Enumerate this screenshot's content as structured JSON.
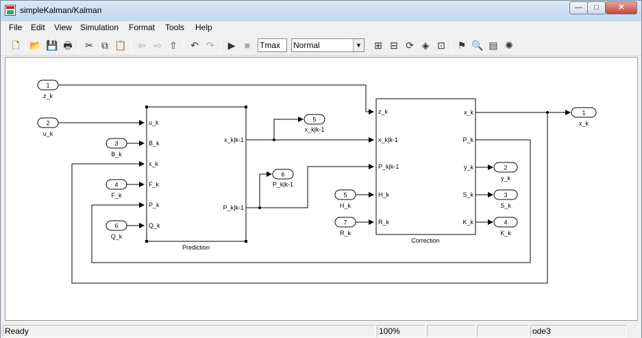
{
  "window": {
    "title": "simpleKalman/Kalman"
  },
  "menu": [
    "File",
    "Edit",
    "View",
    "Simulation",
    "Format",
    "Tools",
    "Help"
  ],
  "toolbar": {
    "stop_time": "Tmax",
    "sim_mode": "Normal"
  },
  "diagram": {
    "inports": [
      {
        "num": "1",
        "label": "z_k"
      },
      {
        "num": "2",
        "label": "u_k"
      },
      {
        "num": "3",
        "label": "B_k"
      },
      {
        "num": "4",
        "label": "F_k"
      },
      {
        "num": "6",
        "label": "Q_k"
      },
      {
        "num": "5",
        "label": "H_k"
      },
      {
        "num": "7",
        "label": "R_k"
      }
    ],
    "outports": [
      {
        "num": "5",
        "label": "x_k|k-1"
      },
      {
        "num": "6",
        "label": "P_k|k-1"
      },
      {
        "num": "1",
        "label": "x_k"
      },
      {
        "num": "2",
        "label": "y_k"
      },
      {
        "num": "3",
        "label": "S_k"
      },
      {
        "num": "4",
        "label": "K_k"
      }
    ],
    "prediction": {
      "name": "Prediction",
      "inputs": [
        "u_k",
        "B_k",
        "x_k",
        "F_k",
        "P_k",
        "Q_k"
      ],
      "outputs": [
        "x_k|k-1",
        "P_k|k-1"
      ]
    },
    "correction": {
      "name": "Correction",
      "inputs": [
        "z_k",
        "x_k|k-1",
        "P_k|k-1",
        "H_k",
        "R_k"
      ],
      "outputs": [
        "x_k",
        "P_k",
        "y_k",
        "S_k",
        "K_k"
      ]
    }
  },
  "status": {
    "ready": "Ready",
    "zoom": "100%",
    "solver": "ode3"
  }
}
